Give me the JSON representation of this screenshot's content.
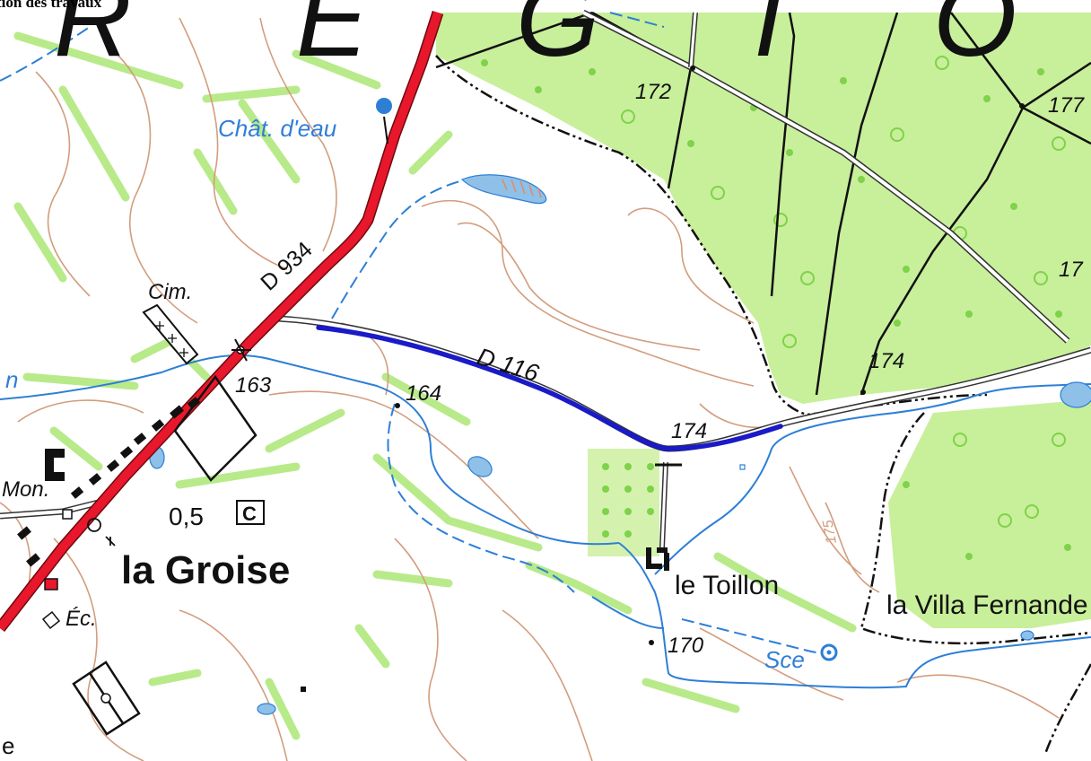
{
  "page_header": "tion des travaux",
  "map": {
    "big_letters": [
      "R",
      "E",
      "G",
      "I",
      "O"
    ],
    "places": {
      "la_groise": "la Groise",
      "le_toillon": "le Toillon",
      "la_villa_fernande": "la Villa Fernande",
      "mon": "Mon.",
      "cim": "Cim.",
      "chat_eau": "Chât. d'eau",
      "ec": "Éc.",
      "sce": "Sce",
      "n_fragment": "n",
      "e_fragment": "e"
    },
    "roads": {
      "d934": "D 934",
      "d116": "D 116"
    },
    "elevations": {
      "e163": "163",
      "e164": "164",
      "e174_road": "174",
      "e174_forest": "174",
      "e172": "172",
      "e177": "177",
      "e17": "17",
      "e170": "170",
      "e175": "175"
    },
    "distance_label": "0,5",
    "campsite_symbol": "C",
    "colors": {
      "forest": "#c8ef9a",
      "forest_spots": "#7fd24a",
      "hedge": "#b8ea8a",
      "contour": "#d39d7e",
      "water": "#2d7fd6",
      "pond": "#8ec0e8",
      "main_road": "#e8172b",
      "highlight": "#1a1ac8",
      "text_blue": "#2f7ed8"
    }
  }
}
